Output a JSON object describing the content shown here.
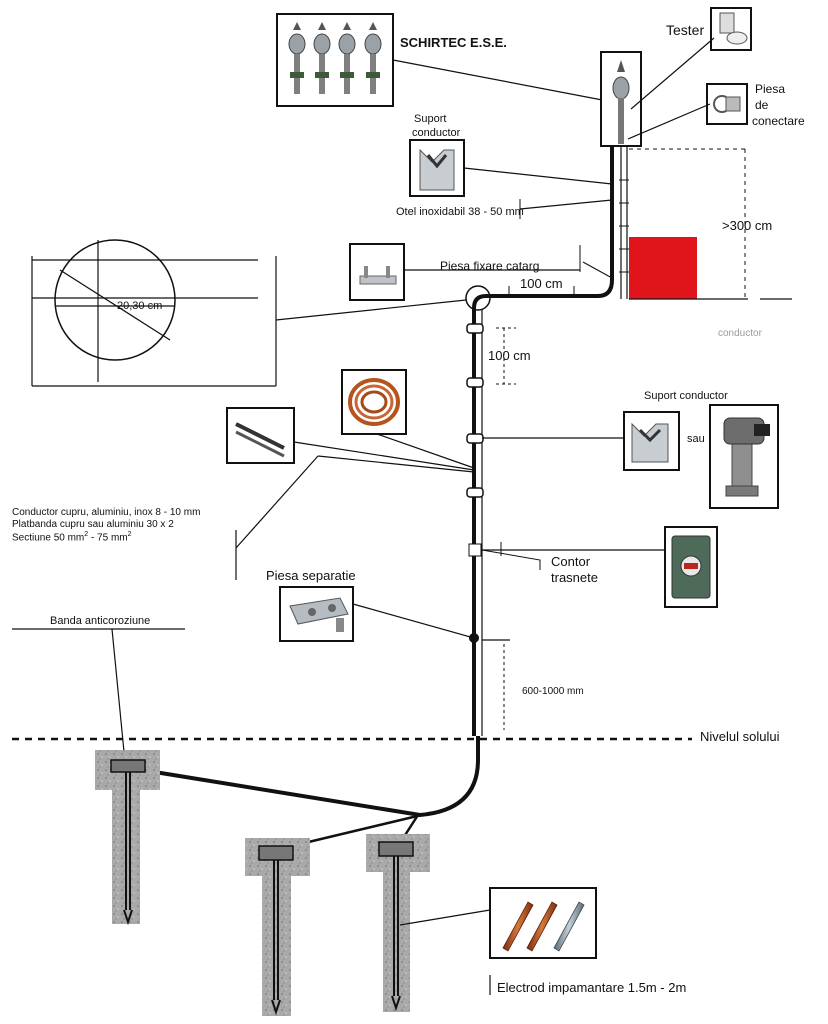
{
  "labels": {
    "brand": "SCHIRTEC E.S.E.",
    "tester": "Tester",
    "connect_piece_line1": "Piesa",
    "connect_piece_line2": "de",
    "connect_piece_line3": "conectare",
    "conductor_support_top_line1": "Suport",
    "conductor_support_top_line2": "conductor",
    "stainless_steel": "Otel inoxidabil 38 - 50 mm",
    "height_over": ">300 cm",
    "mast_fixing": "Piesa fixare catarg",
    "horizontal_spacing": "100 cm",
    "loop_size": "20,30 cm",
    "vertical_spacing": "100 cm",
    "faded_text": "conductor",
    "conductor_support_right": "Suport conductor",
    "or": "sau",
    "conductor_spec_line1": "Conductor cupru, aluminiu, inox 8 - 10 mm",
    "conductor_spec_line2": "Platbanda cupru sau aluminiu 30 x 2",
    "conductor_spec_line3_prefix": "Sectiune 50 mm",
    "conductor_spec_line3_mid": " - 75 mm",
    "superscript": "2",
    "counter_line1": "Contor",
    "counter_line2": "trasnete",
    "separation_piece": "Piesa separatie",
    "anticorrosion_band": "Banda anticoroziune",
    "separation_height": "600-1000 mm",
    "ground_level": "Nivelul solului",
    "electrode": "Electrod impamantare 1.5m - 2m"
  },
  "colors": {
    "line": "#111111",
    "roof_block": "#e0141b",
    "concrete": "#a7a7a7",
    "copper": "#b5541f",
    "steel": "#8a9aa6"
  },
  "icons": {
    "rod_set": "lightning-rod-set-icon",
    "tester": "tester-device-icon",
    "connector": "connector-clamp-icon",
    "conductor_support": "conductor-support-icon",
    "mast_fixing": "mast-fixing-bracket-icon",
    "copper_coil": "copper-coil-icon",
    "flat_bar": "flat-bar-icon",
    "counter": "lightning-counter-icon",
    "separation_clamp": "separation-clamp-icon",
    "electrodes": "ground-electrodes-icon"
  }
}
